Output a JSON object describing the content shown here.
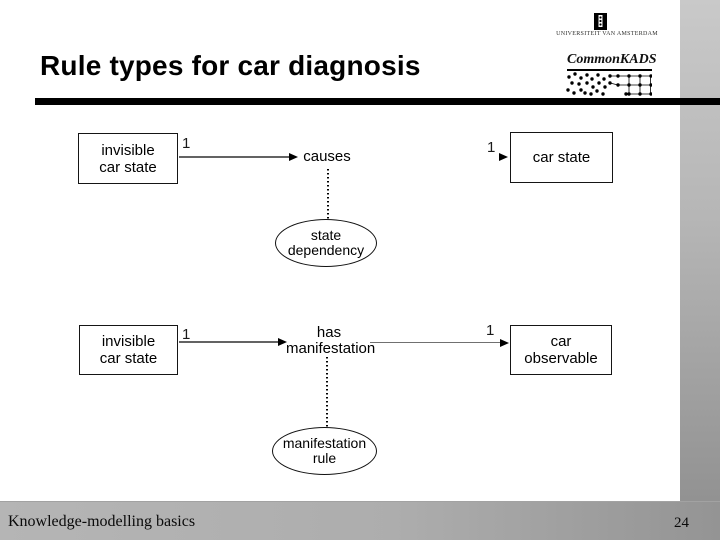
{
  "slide_title": "Rule types for car diagnosis",
  "header_logo": {
    "university_label": "UNIVERSITEIT VAN AMSTERDAM",
    "brand_label": "CommonKADS"
  },
  "diagram": {
    "box_top_left": {
      "line1": "invisible",
      "line2": "car state"
    },
    "box_top_right": {
      "line1": "car state"
    },
    "box_bottom_left": {
      "line1": "invisible",
      "line2": "car state"
    },
    "box_bottom_right": {
      "line1": "car",
      "line2": "observable"
    },
    "relation_causes": "causes",
    "relation_has": {
      "line1": "has",
      "line2": "manifestation"
    },
    "ellipse_state_dependency": {
      "line1": "state",
      "line2": "dependency"
    },
    "ellipse_manifestation_rule": {
      "line1": "manifestation",
      "line2": "rule"
    },
    "multiplicity": {
      "top_left": "1",
      "top_right": "1",
      "bottom_left": "1",
      "bottom_right": "1"
    }
  },
  "footer": {
    "left_text": "Knowledge-modelling basics",
    "page_number": "24"
  },
  "colors": {
    "background": "#ffffff",
    "divider_rule": "#000000",
    "accent_bar_top": "#c9c9c9",
    "accent_bar_bottom": "#8d8d8d",
    "footer_bar_left": "#b5b5b5",
    "footer_bar_right": "#949494",
    "arrow_shaft": "#636363",
    "text": "#000000"
  }
}
